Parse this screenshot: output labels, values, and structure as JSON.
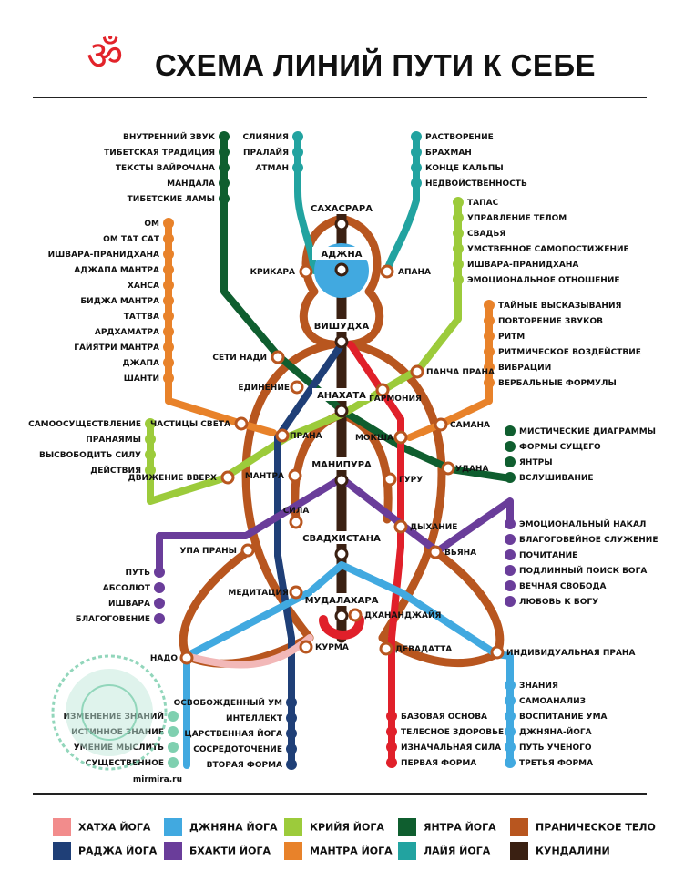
{
  "title": "СХЕМА ЛИНИЙ ПУТИ К СЕБЕ",
  "om_symbol": "ॐ",
  "colors": {
    "hatha": "#f28c8c",
    "raja": "#1f3f77",
    "jnana": "#41a9e0",
    "bhakti": "#6a3d9a",
    "kriya": "#9ccb3b",
    "mantra": "#e8822a",
    "yantra": "#0f5e2f",
    "laya": "#22a3a0",
    "pranic": "#b8561f",
    "kundalini": "#3a2012",
    "red": "#e0202a"
  },
  "chakras": [
    "САХАСРАРА",
    "АДЖНА",
    "ВИШУДХА",
    "АНАХАТА",
    "МАНИПУРА",
    "СВАДХИСТАНА",
    "МУДАЛАХАРА"
  ],
  "stations": [
    "КРИКАРА",
    "АПАНА",
    "СЕТИ НАДИ",
    "ПАНЧА ПРАНА",
    "ЕДИНЕНИЕ",
    "ГАРМОНИЯ",
    "ЧАСТИЦЫ СВЕТА",
    "ПРАНА",
    "МОКША",
    "САМАНА",
    "УДАНА",
    "ДВИЖЕНИЕ ВВЕРХ",
    "МАНТРА",
    "ГУРУ",
    "СИЛА",
    "ДЫХАНИЕ",
    "УПА ПРАНЫ",
    "ВЬЯНА",
    "МЕДИТАЦИЯ",
    "ДХАНАНДЖАЙЯ",
    "НАДО",
    "КУРМА",
    "ДЕВАДАТТА",
    "ИНДИВИДУАЛЬНАЯ ПРАНА"
  ],
  "groups": {
    "yantra_top": [
      "ВНУТРЕННИЙ ЗВУК",
      "ТИБЕТСКАЯ ТРАДИЦИЯ",
      "ТЕКСТЫ ВАЙРОЧАНА",
      "МАНДАЛА",
      "ТИБЕТСКИЕ ЛАМЫ"
    ],
    "laya_left": [
      "СЛИЯНИЯ",
      "ПРАЛАЙЯ",
      "АТМАН"
    ],
    "laya_right": [
      "РАСТВОРЕНИЕ",
      "БРАХМАН",
      "КОНЦЕ КАЛЬПЫ",
      "НЕДВОЙСТВЕННОСТЬ"
    ],
    "kriya_top": [
      "ТАПАС",
      "УПРАВЛЕНИЕ ТЕЛОМ",
      "СВАДЬЯ",
      "УМСТВЕННОЕ САМОПОСТИЖЕНИЕ",
      "ИШВАРА-ПРАНИДХАНА",
      "ЭМОЦИОНАЛЬНОЕ ОТНОШЕНИЕ"
    ],
    "mantra_left": [
      "ОМ",
      "ОМ ТАТ САТ",
      "ИШВАРА-ПРАНИДХАНА",
      "АДЖАПА МАНТРА",
      "ХАНСА",
      "БИДЖА МАНТРА",
      "ТАТТВА",
      "АРДХАМАТРА",
      "ГАЙЯТРИ МАНТРА",
      "ДЖАПА",
      "ШАНТИ"
    ],
    "mantra_right": [
      "ТАЙНЫЕ ВЫСКАЗЫВАНИЯ",
      "ПОВТОРЕНИЕ ЗВУКОВ",
      "РИТМ",
      "РИТМИЧЕСКОЕ ВОЗДЕЙСТВИЕ",
      "ВИБРАЦИИ",
      "ВЕРБАЛЬНЫЕ ФОРМУЛЫ"
    ],
    "kriya_left": [
      "САМООСУЩЕСТВЛЕНИЕ",
      "ПРАНАЯМЫ",
      "ВЫСВОБОДИТЬ СИЛУ",
      "ДЕЙСТВИЯ"
    ],
    "yantra_right": [
      "МИСТИЧЕСКИЕ ДИАГРАММЫ",
      "ФОРМЫ СУЩЕГО",
      "ЯНТРЫ",
      "ВСЛУШИВАНИЕ"
    ],
    "bhakti_left": [
      "ПУТЬ",
      "АБСОЛЮТ",
      "ИШВАРА",
      "БЛАГОГОВЕНИЕ"
    ],
    "bhakti_right": [
      "ЭМОЦИОНАЛЬНЫЙ НАКАЛ",
      "БЛАГОГОВЕЙНОЕ СЛУЖЕНИЕ",
      "ПОЧИТАНИЕ",
      "ПОДЛИННЫЙ ПОИСК БОГА",
      "ВЕЧНАЯ СВОБОДА",
      "ЛЮБОВЬ К БОГУ"
    ],
    "raja_bottom": [
      "ОСВОБОЖДЕННЫЙ УМ",
      "ИНТЕЛЛЕКТ",
      "ЦАРСТВЕННАЯ ЙОГА",
      "СОСРЕДОТОЧЕНИЕ",
      "ВТОРАЯ ФОРМА"
    ],
    "red_bottom": [
      "БАЗОВАЯ ОСНОВА",
      "ТЕЛЕСНОЕ ЗДОРОВЬЕ",
      "ИЗНАЧАЛЬНАЯ СИЛА",
      "ПЕРВАЯ ФОРМА"
    ],
    "jnana_bottom": [
      "ЗНАНИЯ",
      "САМОАНАЛИЗ",
      "ВОСПИТАНИЕ УМА",
      "ДЖНЯНА-ЙОГА",
      "ПУТЬ УЧЕНОГО",
      "ТРЕТЬЯ ФОРМА"
    ],
    "hatha_left": [
      "ИЗМЕНЕНИЕ ЗНАНИЙ",
      "ИСТИННОЕ ЗНАНИЕ",
      "УМЕНИЕ МЫСЛИТЬ",
      "СУЩЕСТВЕННОЕ"
    ]
  },
  "legend": [
    {
      "label": "ХАТХА ЙОГА",
      "color": "#f28c8c"
    },
    {
      "label": "ДЖНЯНА ЙОГА",
      "color": "#41a9e0"
    },
    {
      "label": "КРИЙЯ ЙОГА",
      "color": "#9ccb3b"
    },
    {
      "label": "ЯНТРА ЙОГА",
      "color": "#0f5e2f"
    },
    {
      "label": "ПРАНИЧЕСКОЕ ТЕЛО",
      "color": "#b8561f"
    },
    {
      "label": "РАДЖА ЙОГА",
      "color": "#1f3f77"
    },
    {
      "label": "БХАКТИ ЙОГА",
      "color": "#6a3d9a"
    },
    {
      "label": "МАНТРА ЙОГА",
      "color": "#e8822a"
    },
    {
      "label": "ЛАЙЯ ЙОГА",
      "color": "#22a3a0"
    },
    {
      "label": "КУНДАЛИНИ",
      "color": "#3a2012"
    }
  ],
  "watermark": "mirmira.ru"
}
